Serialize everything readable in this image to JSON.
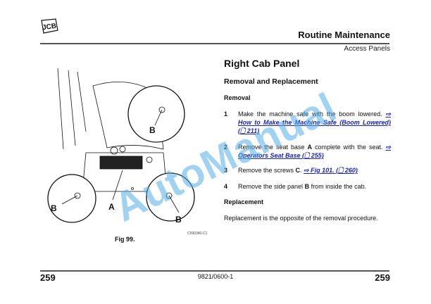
{
  "header": {
    "logo_text": "JCB",
    "title": "Routine Maintenance",
    "subtitle": "Access Panels"
  },
  "section": {
    "title": "Right Cab Panel",
    "subtitle": "Removal and Replacement",
    "removal_heading": "Removal",
    "steps": [
      {
        "num": "1",
        "text": "Make the machine safe with the boom lowered.",
        "link": "⇨ How to Make the Machine Safe (Boom Lowered) (🗋 211)"
      },
      {
        "num": "2",
        "text_before": "Remove the seat base ",
        "bold": "A",
        "text_after": " complete with the seat.",
        "link": "⇨ Operators Seat Base (🗋 255)"
      },
      {
        "num": "3",
        "text_before": "Remove the screws ",
        "bold": "C",
        "text_after": ". ",
        "link": "⇨ Fig 101. (🗋 260)"
      },
      {
        "num": "4",
        "text_before": "Remove the side panel ",
        "bold": "B",
        "text_after": " from inside the cab."
      }
    ],
    "replacement_heading": "Replacement",
    "replacement_text": "Replacement is the opposite of the removal procedure."
  },
  "figure": {
    "caption": "Fig 99.",
    "id": "C090340-C1",
    "labels": {
      "a": "A",
      "b": "B"
    }
  },
  "footer": {
    "page_left": "259",
    "doc_number": "9821/0600-1",
    "page_right": "259"
  },
  "watermark": "AutoManual",
  "colors": {
    "link": "#1a23c8",
    "watermark": "#50afe6"
  }
}
